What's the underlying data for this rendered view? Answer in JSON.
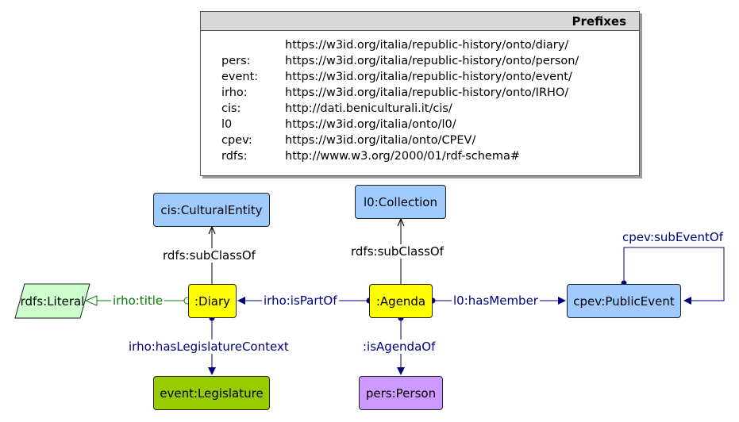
{
  "prefixes": {
    "title": "Prefixes",
    "rows": [
      {
        "prefix": "",
        "iri": "https://w3id.org/italia/republic-history/onto/diary/"
      },
      {
        "prefix": "pers:",
        "iri": "https://w3id.org/italia/republic-history/onto/person/"
      },
      {
        "prefix": "event:",
        "iri": "https://w3id.org/italia/republic-history/onto/event/"
      },
      {
        "prefix": "irho:",
        "iri": "https://w3id.org/italia/republic-history/onto/IRHO/"
      },
      {
        "prefix": "cis:",
        "iri": "http://dati.beniculturali.it/cis/"
      },
      {
        "prefix": "l0",
        "iri": "https://w3id.org/italia/onto/l0/"
      },
      {
        "prefix": "cpev:",
        "iri": "https://w3id.org/italia/onto/CPEV/"
      },
      {
        "prefix": "rdfs:",
        "iri": "http://www.w3.org/2000/01/rdf-schema#"
      }
    ]
  },
  "nodes": {
    "cultural_entity": "cis:CulturalEntity",
    "collection": "l0:Collection",
    "literal": "rdfs:Literal",
    "diary": ":Diary",
    "agenda": ":Agenda",
    "public_event": "cpev:PublicEvent",
    "legislature": "event:Legislature",
    "person": "pers:Person"
  },
  "edges": {
    "diary_subclass": "rdfs:subClassOf",
    "agenda_subclass": "rdfs:subClassOf",
    "title": "irho:title",
    "is_part_of": "irho:isPartOf",
    "has_member": "l0:hasMember",
    "sub_event_of": "cpev:subEventOf",
    "legislature_context": "irho:hasLegislatureContext",
    "is_agenda_of": ":isAgendaOf"
  },
  "colors": {
    "class_blue": "#9fcbff",
    "individual_yellow": "#ffff00",
    "legislature_green": "#99cc00",
    "person_purple": "#cc99ff",
    "literal_green": "#ccffcc",
    "object_property": "#000080",
    "data_property": "#008000"
  }
}
